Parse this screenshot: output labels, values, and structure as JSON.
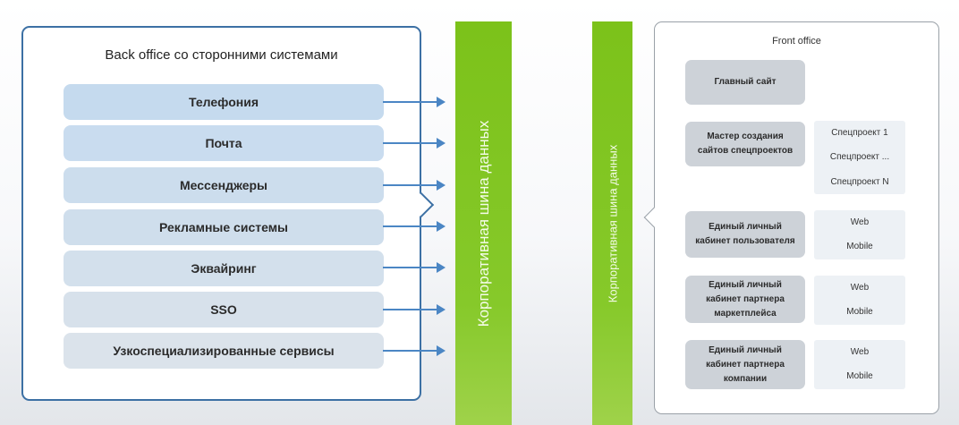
{
  "back_office": {
    "title": "Back office со сторонними системами",
    "items": [
      "Телефония",
      "Почта",
      "Мессенджеры",
      "Рекламные системы",
      "Эквайринг",
      "SSO",
      "Узкоспециализированные сервисы"
    ]
  },
  "bus_left": {
    "label": "Корпоративная шина данных"
  },
  "bus_right": {
    "label": "Корпоративная шина данных"
  },
  "front_office": {
    "title": "Front office",
    "items": [
      {
        "label": "Главный сайт",
        "subs": []
      },
      {
        "label": "Мастер создания сайтов спецпроектов",
        "subs": [
          "Спецпроект 1",
          "Спецпроект ...",
          "Спецпроект N"
        ]
      },
      {
        "label": "Единый личный кабинет пользователя",
        "subs": [
          "Web",
          "Mobile"
        ]
      },
      {
        "label": "Единый личный кабинет партнера маркетплейса",
        "subs": [
          "Web",
          "Mobile"
        ]
      },
      {
        "label": "Единый личный кабинет партнера компании",
        "subs": [
          "Web",
          "Mobile"
        ]
      }
    ]
  },
  "colors": {
    "bus_green": "#86c92a",
    "back_border": "#3c70a4",
    "arrow_blue": "#4b86c4",
    "row_top": "#c7dbee",
    "row_bottom": "#dbe3ec",
    "front_box": "#cdd2d8",
    "sub_box": "#edf1f5"
  }
}
